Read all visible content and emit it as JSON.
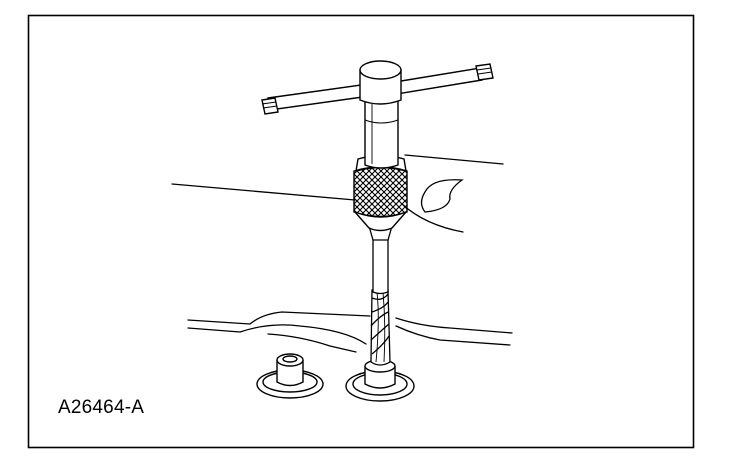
{
  "figure": {
    "label": "A26464-A"
  },
  "colors": {
    "ink": "#000000",
    "paper": "#ffffff"
  },
  "parts": [
    "t-handle-tap-wrench",
    "knurled-collar",
    "spiral-extractor",
    "stud-boss",
    "bolt-hole-boss",
    "engine-surface"
  ]
}
